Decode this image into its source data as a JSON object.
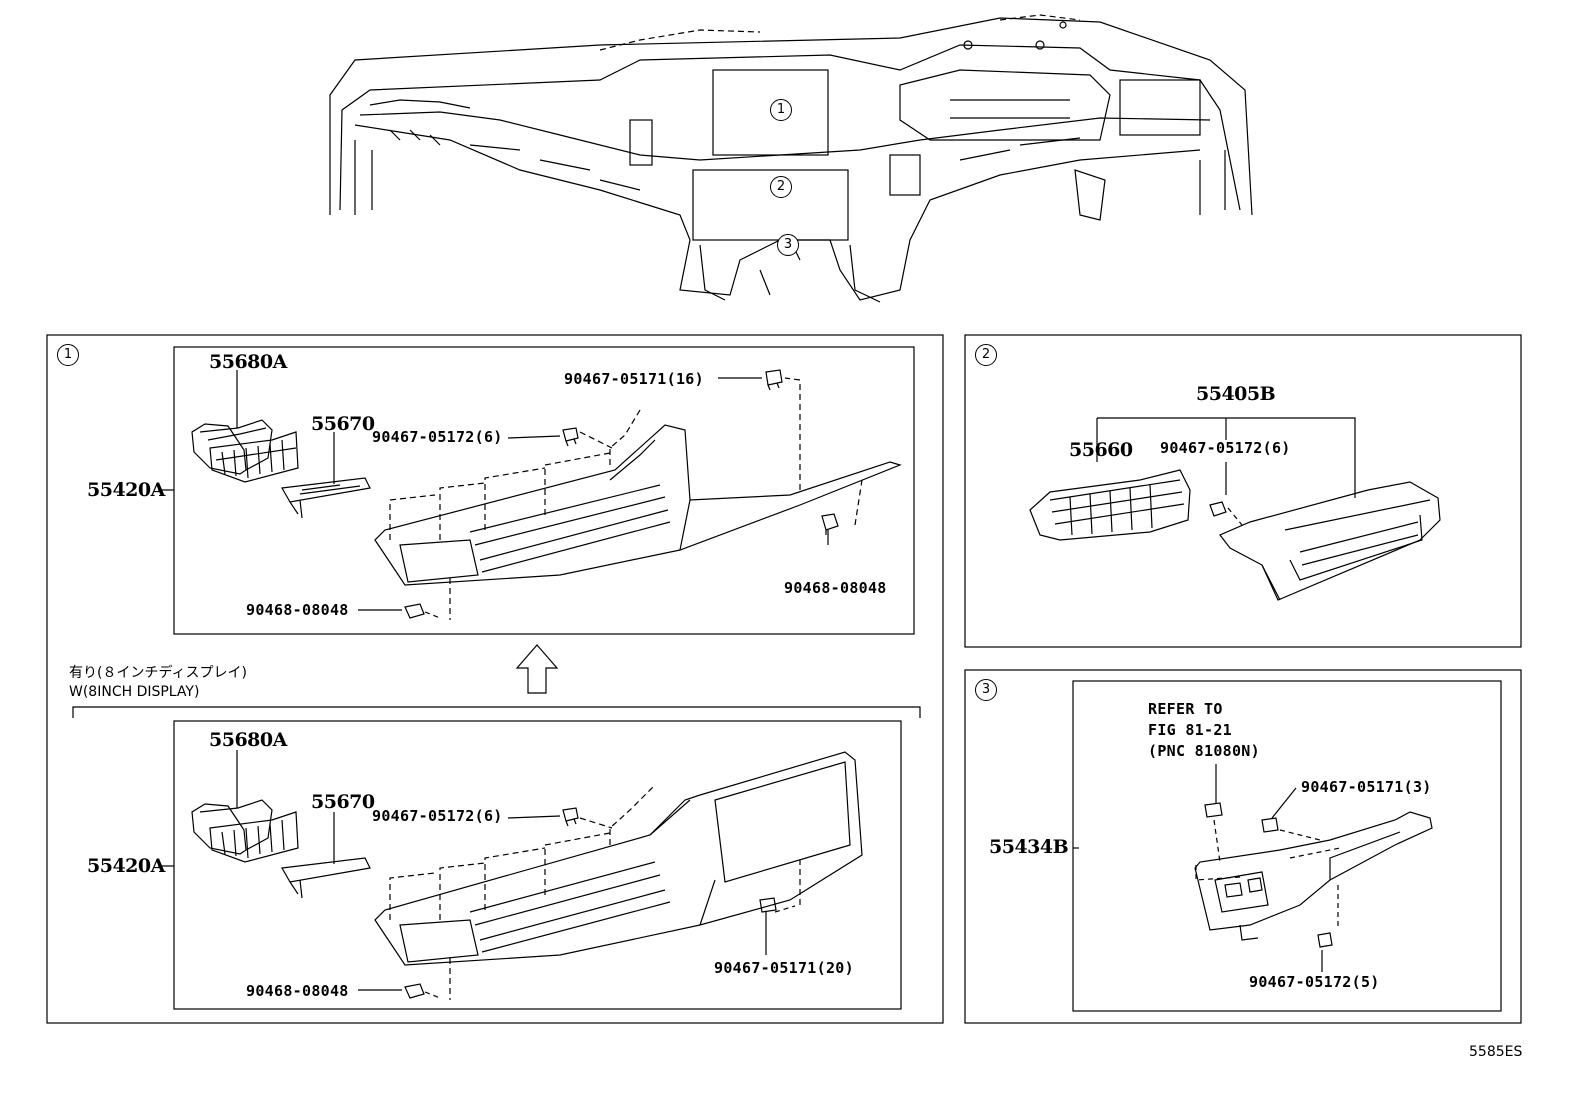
{
  "overview": {
    "callouts": [
      "1",
      "2",
      "3"
    ]
  },
  "panel1": {
    "index": "1",
    "note_jp": "有り(８インチディスプレイ)",
    "note_en": "W(8INCH DISPLAY)",
    "top": {
      "vent_part": "55680A",
      "bracket_part": "55670",
      "assembly_part": "55420A",
      "clip_a": "90467-05172(6)",
      "clip_b": "90467-05171(16)",
      "clip_c": "90468-08048",
      "clip_d": "90468-08048"
    },
    "bottom": {
      "vent_part": "55680A",
      "bracket_part": "55670",
      "assembly_part": "55420A",
      "clip_a": "90467-05172(6)",
      "clip_b": "90467-05171(20)",
      "clip_c": "90468-08048"
    }
  },
  "panel2": {
    "index": "2",
    "assembly_part": "55405B",
    "vent_part": "55660",
    "clip_a": "90467-05172(6)"
  },
  "panel3": {
    "index": "3",
    "assembly_part": "55434B",
    "refer_line1": "REFER TO",
    "refer_line2": "FIG 81-21",
    "refer_line3": "(PNC 81080N)",
    "clip_a": "90467-05171(3)",
    "clip_b": "90467-05172(5)"
  },
  "figure_code": "5585ES"
}
